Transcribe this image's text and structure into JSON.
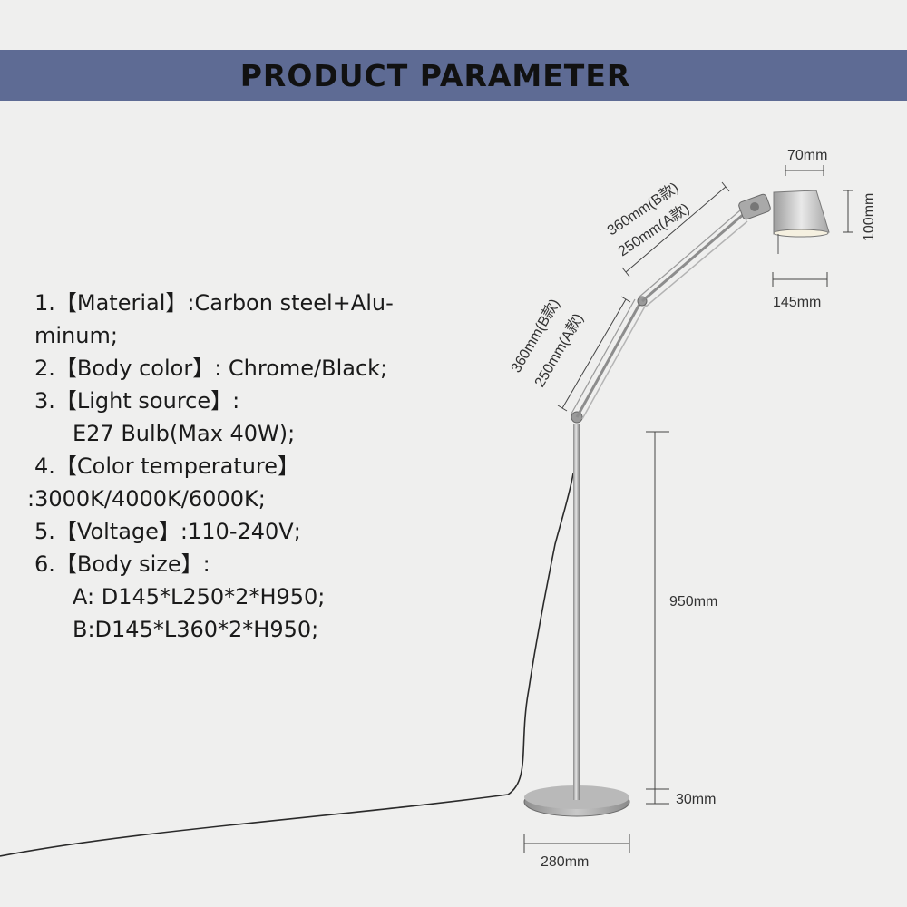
{
  "banner": {
    "title": "PRODUCT PARAMETER"
  },
  "parameters": [
    "1.【Material】:Carbon steel+Alu-",
    "minum;",
    "2.【Body color】: Chrome/Black;",
    "3.【Light source】:",
    "E27 Bulb(Max 40W);",
    "4.【Color temperature】",
    ":3000K/4000K/6000K;",
    "5.【Voltage】:110-240V;",
    "6.【Body size】:",
    "A: D145*L250*2*H950;",
    "B:D145*L360*2*H950;"
  ],
  "dimensions": {
    "upper_arm_b": "360mm(B款)",
    "upper_arm_a": "250mm(A款)",
    "lower_arm_b": "360mm(B款)",
    "lower_arm_a": "250mm(A款)",
    "shade_top": "70mm",
    "shade_height": "100mm",
    "shade_diameter": "145mm",
    "pole_height": "950mm",
    "base_height": "30mm",
    "base_diameter": "280mm"
  }
}
